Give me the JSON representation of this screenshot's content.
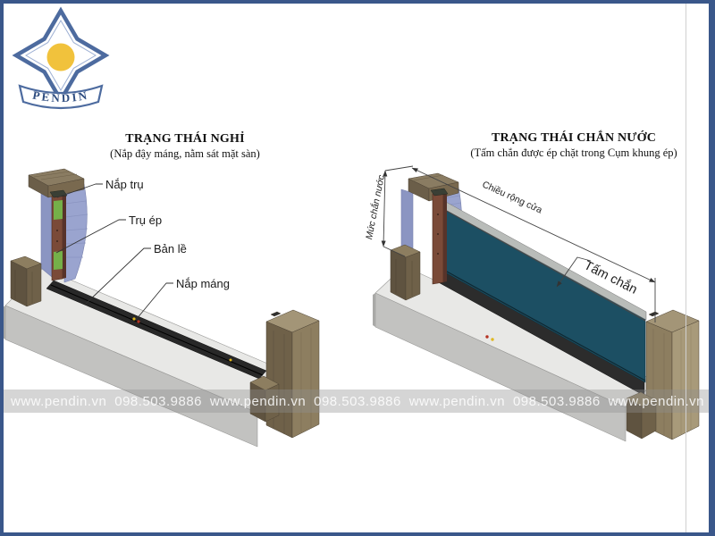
{
  "brand": {
    "name": "PENDIN"
  },
  "left_diagram": {
    "title": "TRẠNG THÁI NGHỈ",
    "subtitle": "(Nắp đậy máng, nằm sát mặt sàn)",
    "labels": {
      "post_cap": "Nắp trụ",
      "press_post": "Trụ ép",
      "hinge": "Bản lề",
      "channel_cover": "Nắp máng"
    }
  },
  "right_diagram": {
    "title": "TRẠNG THÁI CHẮN NƯỚC",
    "subtitle": "(Tấm chắn được ép chặt trong Cụm khung ép)",
    "dims": {
      "water_level": "Mức chắn nước",
      "door_width": "Chiều rộng cửa"
    },
    "labels": {
      "barrier_panel": "Tấm chắn"
    }
  },
  "watermark": {
    "items": [
      "www.pendin.vn",
      "098.503.9886",
      "www.pendin.vn",
      "098.503.9886",
      "www.pendin.vn",
      "098.503.9886",
      "www.pendin.vn"
    ]
  },
  "colors": {
    "frame_blue": "#3a578a",
    "logo_blue": "#4d6b9f",
    "logo_sun_yellow": "#f1c23c",
    "wall_periwinkle": "#9aa4cf",
    "panel_teal": "#1c4f63",
    "wood_light": "#a39577",
    "wood_dark": "#6f6149",
    "concrete_top": "#e6e6e4",
    "concrete_front": "#c2c2c0",
    "channel_dark": "#262626",
    "post_brown": "#7a4a38"
  }
}
